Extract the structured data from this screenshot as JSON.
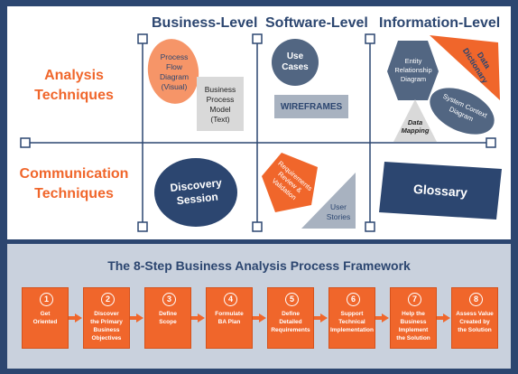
{
  "columns": {
    "business": "Business-Level",
    "software": "Software-Level",
    "information": "Information-Level"
  },
  "rows": {
    "analysis": [
      "Analysis",
      "Techniques"
    ],
    "communication": [
      "Communication",
      "Techniques"
    ]
  },
  "techniques": {
    "process_flow": [
      "Process",
      "Flow",
      "Diagram",
      "(Visual)"
    ],
    "business_process_model": [
      "Business",
      "Process",
      "Model",
      "(Text)"
    ],
    "use_cases": [
      "Use",
      "Cases"
    ],
    "wireframes": "WIREFRAMES",
    "erd": [
      "Entity",
      "Relationship",
      "Diagram"
    ],
    "data_dictionary": [
      "Data",
      "Dictionary"
    ],
    "system_context": [
      "System Context",
      "Diagram"
    ],
    "data_mapping": [
      "Data",
      "Mapping"
    ],
    "discovery_session": [
      "Discovery",
      "Session"
    ],
    "requirements_review": [
      "Requirements",
      "Review &",
      "Validation"
    ],
    "user_stories": [
      "User",
      "Stories"
    ],
    "glossary": "Glossary"
  },
  "framework": {
    "title": "The 8-Step Business Analysis Process Framework",
    "steps": [
      {
        "num": "1",
        "label": [
          "Get",
          "Oriented"
        ]
      },
      {
        "num": "2",
        "label": [
          "Discover",
          "the Primary",
          "Business",
          "Objectives"
        ]
      },
      {
        "num": "3",
        "label": [
          "Define",
          "Scope"
        ]
      },
      {
        "num": "4",
        "label": [
          "Formulate",
          "BA Plan"
        ]
      },
      {
        "num": "5",
        "label": [
          "Define",
          "Detailed",
          "Requirements"
        ]
      },
      {
        "num": "6",
        "label": [
          "Support",
          "Technical",
          "Implementation"
        ]
      },
      {
        "num": "7",
        "label": [
          "Help the",
          "Business",
          "Implement",
          "the Solution"
        ]
      },
      {
        "num": "8",
        "label": [
          "Assess Value",
          "Created by",
          "the Solution"
        ]
      }
    ]
  },
  "colors": {
    "navy": "#2c4670",
    "orange": "#f0662b",
    "orange_light": "#f69568",
    "slate": "#526682",
    "grey": "#d9d9d9",
    "grey_mid": "#a8b2c0",
    "panel_blue": "#c9d1dd"
  }
}
